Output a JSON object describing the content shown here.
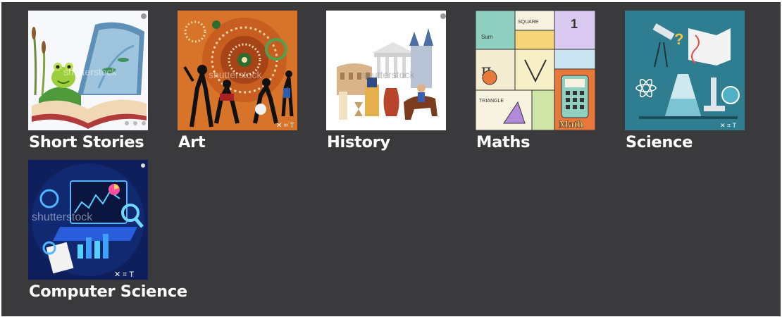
{
  "categories": [
    {
      "label": "Short Stories",
      "icon": "open-book-frog-icon"
    },
    {
      "label": "Art",
      "icon": "tribal-art-icon"
    },
    {
      "label": "History",
      "icon": "history-landmarks-icon"
    },
    {
      "label": "Maths",
      "icon": "math-collage-icon"
    },
    {
      "label": "Science",
      "icon": "science-lab-icon"
    },
    {
      "label": "Computer Science",
      "icon": "laptop-analytics-icon"
    }
  ],
  "colors": {
    "background": "#3a3a3c",
    "label_text": "#ffffff"
  }
}
